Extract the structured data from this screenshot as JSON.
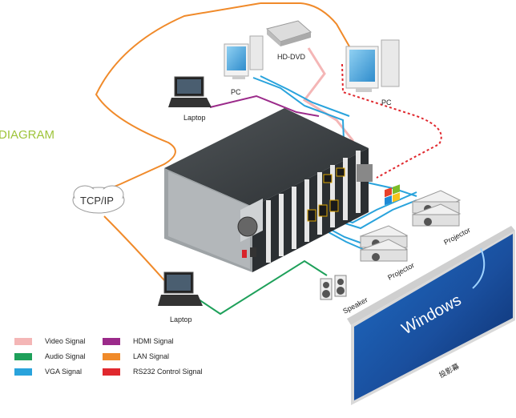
{
  "diagram": {
    "title": "DIAGRAM",
    "labels": {
      "hd_dvd": "HD-DVD",
      "pc_left": "PC",
      "pc_right": "PC",
      "laptop_top": "Laptop",
      "laptop_bottom": "Laptop",
      "tcpip": "TCP/IP",
      "projector_top": "Projector",
      "projector_bottom": "Projector",
      "speaker": "Speaker",
      "screen_brand": "Windows",
      "screen_caption": "投影幕"
    }
  },
  "legend": [
    {
      "label": "Video Signal",
      "color": "#f4b6b6"
    },
    {
      "label": "HDMI Signal",
      "color": "#9b2a8a"
    },
    {
      "label": "Audio Signal",
      "color": "#1ea05a"
    },
    {
      "label": "LAN Signal",
      "color": "#f08a2a"
    },
    {
      "label": "VGA Signal",
      "color": "#29a3dc"
    },
    {
      "label": "RS232 Control Signal",
      "color": "#e0282e"
    }
  ],
  "colors": {
    "video": "#f4b6b6",
    "hdmi": "#9b2a8a",
    "audio": "#1ea05a",
    "lan": "#f08a2a",
    "vga": "#29a3dc",
    "rs232": "#e0282e"
  }
}
